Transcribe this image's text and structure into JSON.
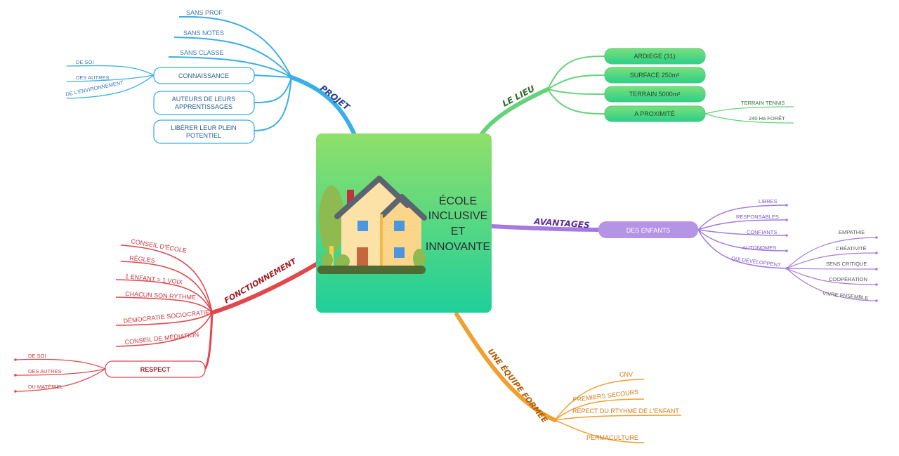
{
  "colors": {
    "projet": "#3aaee8",
    "lieu": "#52c77a",
    "avantages": "#a57be0",
    "equipe": "#f0a030",
    "fonctionnement": "#e0484e"
  },
  "center": {
    "title_lines": [
      "ÉCOLE",
      "INCLUSIVE",
      "ET",
      "INNOVANTE"
    ],
    "image": "house-icon"
  },
  "projet": {
    "title": "PROJET",
    "items": [
      "SANS PROF",
      "SANS NOTES",
      "SANS CLASSE"
    ],
    "connaissance": {
      "label": "CONNAISSANCE",
      "children": [
        "DE SOI",
        "DES AUTRES",
        "DE L'ENVIRONNEMENT"
      ]
    },
    "auteurs": [
      "AUTEURS DE LEURS",
      "APPRENTISSAGES"
    ],
    "liberer": [
      "LIBÉRER LEUR PLEIN",
      "POTENTIEL"
    ]
  },
  "lieu": {
    "title": "LE LIEU",
    "items": [
      "ARDIEGE (31)",
      "SURFACE 250m²",
      "TERRAIN 5000m²",
      "A PROXIMITÉ"
    ],
    "proximite": [
      "TERRAIN TENNIS",
      "240 Ha FORÊT"
    ]
  },
  "avantages": {
    "title": "AVANTAGES",
    "node": "DES ENFANTS",
    "items": [
      "LIBRES",
      "RESPONSABLES",
      "CONFIANTS",
      "AUTONOMES",
      "QUI DÉVELOPPENT"
    ],
    "developpent": [
      "EMPATHIE",
      "CRÉATIVITÉ",
      "SENS CRITIQUE",
      "COOPÉRATION",
      "VIVRE ENSEMBLE"
    ]
  },
  "equipe": {
    "title": "UNE ÉQUIPE FORMÉE",
    "items": [
      "CNV",
      "PREMIERS SECOURS",
      "REPECT DU RTYHME DE L'ENFANT",
      "PERMACULTURE"
    ]
  },
  "fonctionnement": {
    "title": "FONCTIONNEMENT",
    "items": [
      "CONSEIL D'ÉCOLE",
      "RÈGLES",
      "1 ENFANT = 1 VOIX",
      "CHACUN SON RYTHME",
      "DÉMOCRATIE SOCIOCRATIE",
      "CONSEIL DE MÉDIATION"
    ],
    "respect": {
      "label": "RESPECT",
      "children": [
        "DE SOI",
        "DES AUTRES",
        "DU MATÉRIEL"
      ]
    }
  }
}
